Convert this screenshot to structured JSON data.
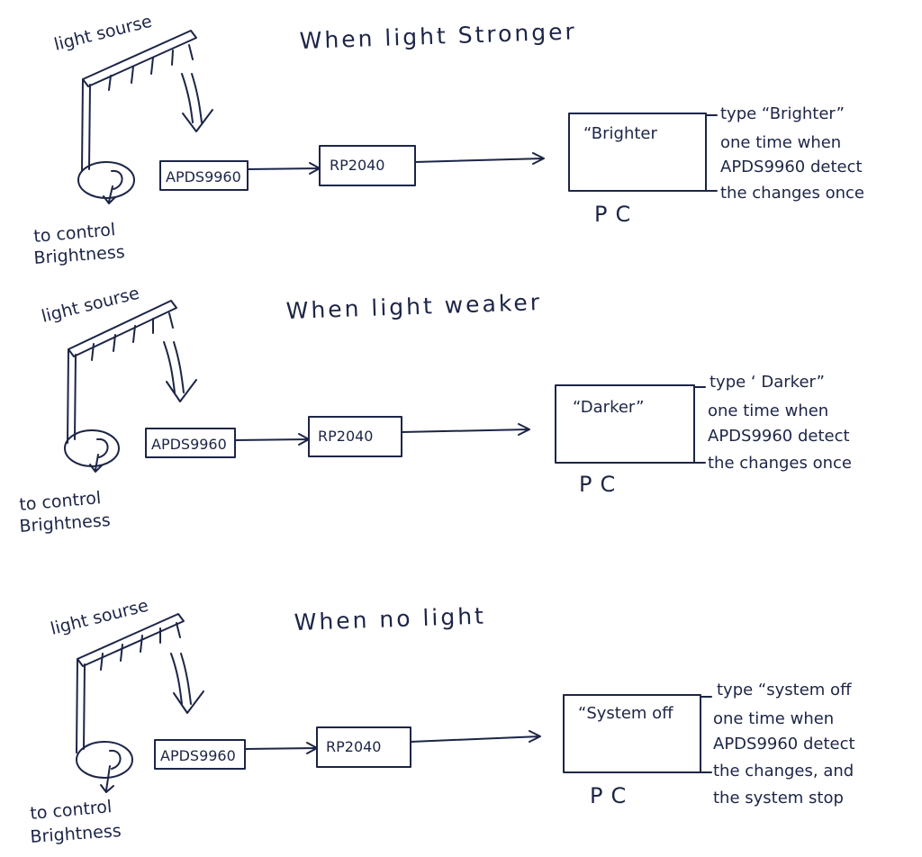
{
  "panels": [
    {
      "title": "When light Stronger",
      "light_label": "light sourse",
      "control_label_1": "to control",
      "control_label_2": "Brightness",
      "sensor": "APDS9960",
      "controller": "RP2040",
      "screen_text": "“Brighter",
      "pc_label": "PC",
      "note": [
        "type “Brighter”",
        "one time when",
        "APDS9960 detect",
        "the changes once"
      ]
    },
    {
      "title": "When light weaker",
      "light_label": "light sourse",
      "control_label_1": "to control",
      "control_label_2": "Brightness",
      "sensor": "APDS9960",
      "controller": "RP2040",
      "screen_text": "“Darker”",
      "pc_label": "PC",
      "note": [
        "type ‘ Darker”",
        "one time when",
        "APDS9960 detect",
        "the changes once"
      ]
    },
    {
      "title": "When no light",
      "light_label": "light sourse",
      "control_label_1": "to control",
      "control_label_2": "Brightness",
      "sensor": "APDS9960",
      "controller": "RP2040",
      "screen_text": "“System off",
      "pc_label": "PC",
      "note": [
        "type “system off",
        "one time when",
        "APDS9960 detect",
        "the changes, and",
        "the system stop"
      ]
    }
  ]
}
